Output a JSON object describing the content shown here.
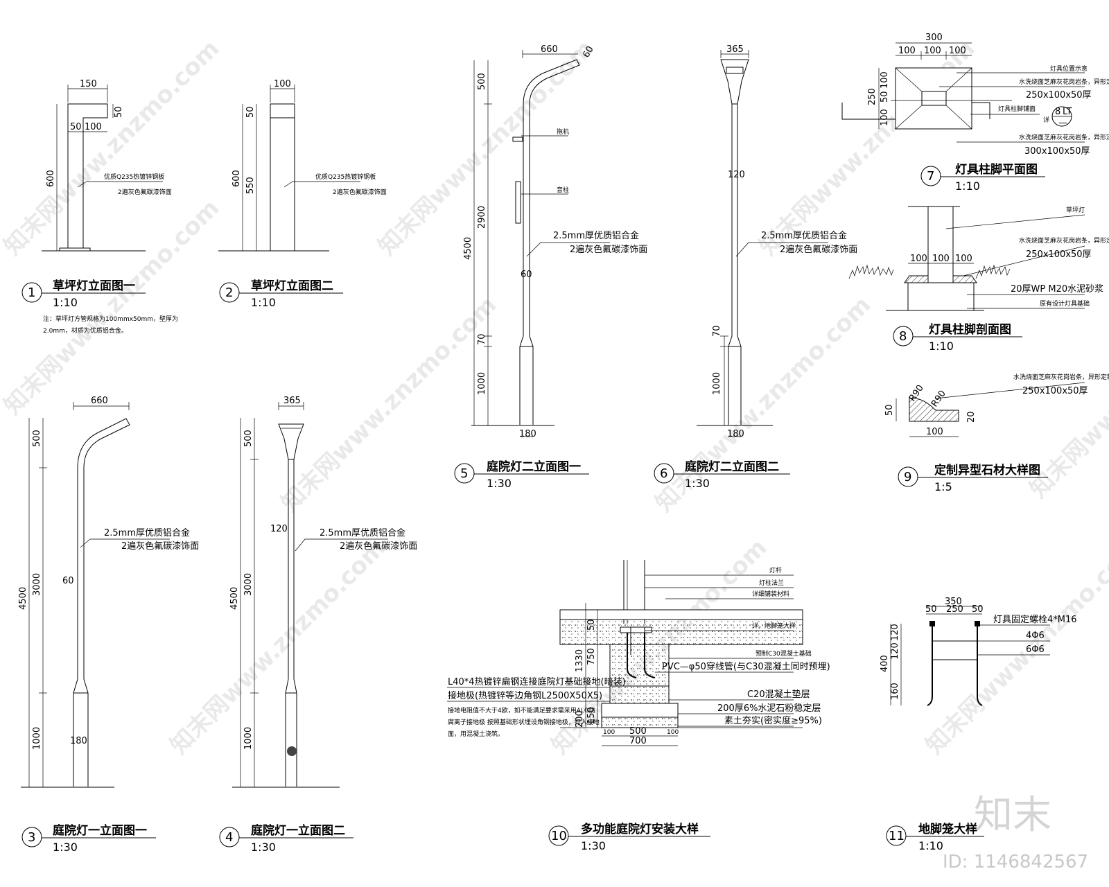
{
  "watermark": {
    "text": "知末网www.znzmo.com",
    "logo": "知末",
    "id": "ID: 1146842567"
  },
  "drawings": [
    {
      "num": "1",
      "title": "草坪灯立面图一",
      "scale": "1:10",
      "dims": {
        "w": "150",
        "a": "50",
        "b": "100",
        "top": "50",
        "h": "600"
      },
      "note1": "优质Q235热镀锌钢板",
      "note2": "2遍灰色氟碳漆饰面",
      "remark1": "注：草坪灯方管规格为100mmx50mm，壁厚为",
      "remark2": "2.0mm，材质为优质铝合金。"
    },
    {
      "num": "2",
      "title": "草坪灯立面图二",
      "scale": "1:10",
      "dims": {
        "w": "100",
        "top": "50",
        "h1": "600",
        "h2": "550"
      },
      "note1": "优质Q235热镀锌钢板",
      "note2": "2遍灰色氟碳漆饰面"
    },
    {
      "num": "3",
      "title": "庭院灯一立面图一",
      "scale": "1:30",
      "dims": {
        "arm": "660",
        "top": "500",
        "mid": "3000",
        "low": "1000",
        "total": "4500",
        "d60": "60",
        "base": "180"
      },
      "note1": "2.5mm厚优质铝合金",
      "note2": "2遍灰色氟碳漆饰面"
    },
    {
      "num": "4",
      "title": "庭院灯一立面图二",
      "scale": "1:30",
      "dims": {
        "head": "365",
        "top": "500",
        "mid": "3000",
        "low": "1000",
        "total": "4500",
        "d120": "120"
      },
      "note1": "2.5mm厚优质铝合金",
      "note2": "2遍灰色氟碳漆饰面"
    },
    {
      "num": "5",
      "title": "庭院灯二立面图一",
      "scale": "1:30",
      "dims": {
        "arm": "660",
        "ang": "60",
        "top": "500",
        "mid": "2900",
        "j": "70",
        "low": "1000",
        "total": "4500",
        "d60": "60",
        "base": "180"
      },
      "tag1": "拖机",
      "tag2": "音柱",
      "note1": "2.5mm厚优质铝合金",
      "note2": "2遍灰色氟碳漆饰面"
    },
    {
      "num": "6",
      "title": "庭院灯二立面图二",
      "scale": "1:30",
      "dims": {
        "head": "365",
        "d120": "120",
        "j": "70",
        "low": "1000",
        "base": "180"
      },
      "note1": "2.5mm厚优质铝合金",
      "note2": "2遍灰色氟碳漆饰面"
    },
    {
      "num": "7",
      "title": "灯具柱脚平面图",
      "scale": "1:10",
      "dims": {
        "w": "300",
        "a": "100",
        "b": "100",
        "c": "100",
        "h": "250",
        "v1": "100",
        "v2": "50",
        "v3": "100"
      },
      "n1": "灯具位置示意",
      "n2": "水洗烧面芝麻灰花岗岩条，异形定制",
      "n3": "250x100x50厚",
      "n4": "灯具柱脚铺面",
      "n5": "水洗烧面芝麻灰花岗岩条，异形定制",
      "n6": "300x100x50厚",
      "ref1": "8",
      "ref2": "LT",
      "ref3": "—",
      "ref4": "详"
    },
    {
      "num": "8",
      "title": "灯具柱脚剖面图",
      "scale": "1:10",
      "dims": {
        "a": "100",
        "b": "100",
        "c": "100"
      },
      "n1": "草坪灯",
      "n2": "水洗烧面芝麻灰花岗岩条，异形定制",
      "n3": "250x100x50厚",
      "n4": "20厚WP M20水泥砂浆",
      "n5": "原有设计灯具基础"
    },
    {
      "num": "9",
      "title": "定制异型石材大样图",
      "scale": "1:5",
      "dims": {
        "r1": "R90",
        "r2": "R90",
        "h": "50",
        "w": "100",
        "s": "20"
      },
      "n1": "水洗烧面芝麻灰花岗岩条，异形定制",
      "n2": "250x100x50厚"
    },
    {
      "num": "10",
      "title": "多功能庭院灯安装大样",
      "scale": "1:30",
      "dims": {
        "h1": "1330",
        "h2": "750",
        "h3": "50",
        "h4": "200",
        "h5": "150",
        "w1": "500",
        "w2": "700",
        "a": "100",
        "b": "100"
      },
      "n1": "灯杆",
      "n2": "灯柱法兰",
      "n3": "详细铺装材料",
      "n4": "详，地脚笼大样",
      "n5": "预制C30混凝土基础",
      "n6": "PVC—φ50穿线管(与C30混凝土同时预埋)",
      "n7": "C20混凝土垫层",
      "n8": "200厚6%水泥石粉稳定层",
      "n9": "素土夯实(密实度≥95%)",
      "l1": "L40*4热镀锌扁钢连接庭院灯基础接地(暗装)",
      "l2": "接地极(热镀锌等边角钢L2500X50X5)",
      "l3": "接地电阻值不大于4欧，如不能满足要求需采用ALG防",
      "l4": "腐离子接地极    按照基础形状埋设角钢接地极，打入接地",
      "l5": "面，用混凝土浇筑。"
    },
    {
      "num": "11",
      "title": "地脚笼大样",
      "scale": "1:10",
      "dims": {
        "w": "350",
        "a": "50",
        "b": "250",
        "c": "50",
        "h": "400",
        "v1": "120",
        "v2": "120",
        "v3": "160"
      },
      "n1": "灯具固定螺栓4*M16",
      "n2": "4Φ6",
      "n3": "6Φ6"
    }
  ]
}
